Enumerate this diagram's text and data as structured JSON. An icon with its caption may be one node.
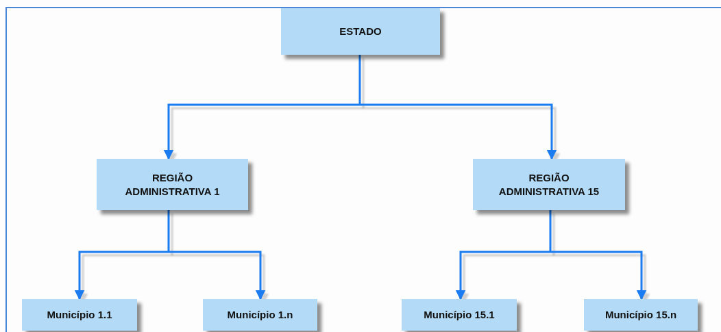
{
  "diagram": {
    "nodes": [
      {
        "text": [
          "ESTADO"
        ]
      },
      {
        "text": [
          "REGIÃO ADMINISTRATIVA 1"
        ]
      },
      {
        "text": [
          "REGIÃO ADMINISTRATIVA 15"
        ]
      },
      {
        "text": [
          "Município 1.1"
        ]
      },
      {
        "text": [
          "Município 1.n"
        ]
      },
      {
        "text": [
          "Município 15.1"
        ]
      },
      {
        "text": [
          "Município 15.n"
        ]
      }
    ],
    "edges": [
      {
        "from": 0,
        "to": 1,
        "arrow": "to"
      },
      {
        "from": 0,
        "to": 2,
        "arrow": "to"
      },
      {
        "from": 1,
        "to": 3,
        "arrow": "to"
      },
      {
        "from": 1,
        "to": 4,
        "arrow": "to"
      },
      {
        "from": 2,
        "to": 5,
        "arrow": "to"
      },
      {
        "from": 2,
        "to": 6,
        "arrow": "to"
      }
    ]
  }
}
